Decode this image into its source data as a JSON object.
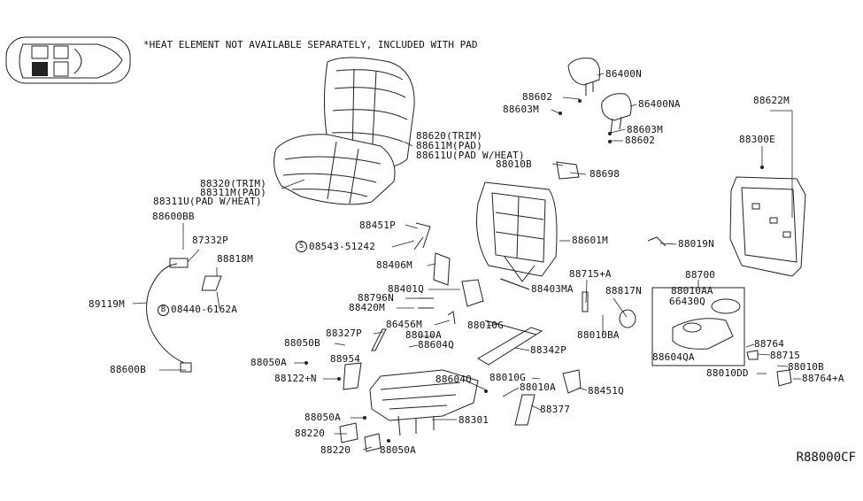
{
  "note": "*HEAT ELEMENT NOT AVAILABLE SEPARATELY,  INCLUDED WITH PAD",
  "diagram_code": "R88000CF",
  "callouts": [
    {
      "id": "86400N",
      "text": "86400N"
    },
    {
      "id": "88602a",
      "text": "88602"
    },
    {
      "id": "88603Ma",
      "text": "88603M"
    },
    {
      "id": "86400NA",
      "text": "86400NA"
    },
    {
      "id": "88603Mb",
      "text": "88603M"
    },
    {
      "id": "88602b",
      "text": "88602"
    },
    {
      "id": "88622M",
      "text": "88622M"
    },
    {
      "id": "88300E",
      "text": "88300E"
    },
    {
      "id": "88620",
      "text": "88620(TRIM)"
    },
    {
      "id": "88611M",
      "text": "88611M(PAD)"
    },
    {
      "id": "88611U",
      "text": "88611U(PAD W/HEAT)"
    },
    {
      "id": "88010B",
      "text": "88010B"
    },
    {
      "id": "88698",
      "text": "88698"
    },
    {
      "id": "88320",
      "text": "88320(TRIM)"
    },
    {
      "id": "88311M",
      "text": "88311M(PAD)"
    },
    {
      "id": "88311U",
      "text": "88311U(PAD W/HEAT)"
    },
    {
      "id": "88600BB",
      "text": "88600BB"
    },
    {
      "id": "87332P",
      "text": "87332P"
    },
    {
      "id": "88818M",
      "text": "88818M"
    },
    {
      "id": "89119M",
      "text": "89119M"
    },
    {
      "id": "08440",
      "text": "08440-6162A",
      "circled": "B"
    },
    {
      "id": "88600B",
      "text": "88600B"
    },
    {
      "id": "88451Pa",
      "text": "88451P"
    },
    {
      "id": "08543",
      "text": "08543-51242",
      "circled": "S"
    },
    {
      "id": "88406M",
      "text": "88406M"
    },
    {
      "id": "88601M",
      "text": "88601M"
    },
    {
      "id": "88019N",
      "text": "88019N"
    },
    {
      "id": "88401Q",
      "text": "88401Q"
    },
    {
      "id": "88403MA",
      "text": "88403MA"
    },
    {
      "id": "88796N",
      "text": "88796N"
    },
    {
      "id": "88420M",
      "text": "88420M"
    },
    {
      "id": "88715A",
      "text": "88715+A"
    },
    {
      "id": "88817N",
      "text": "88817N"
    },
    {
      "id": "88700",
      "text": "88700"
    },
    {
      "id": "88010AA",
      "text": "88010AA"
    },
    {
      "id": "66430Q",
      "text": "66430Q"
    },
    {
      "id": "86456M",
      "text": "86456M"
    },
    {
      "id": "88010Ga",
      "text": "88010G"
    },
    {
      "id": "88010Aa",
      "text": "88010A"
    },
    {
      "id": "88327P",
      "text": "88327P"
    },
    {
      "id": "88050B",
      "text": "88050B"
    },
    {
      "id": "88604Qa",
      "text": "88604Q"
    },
    {
      "id": "88010BA",
      "text": "88010BA"
    },
    {
      "id": "88764",
      "text": "88764"
    },
    {
      "id": "88715",
      "text": "88715"
    },
    {
      "id": "88604QA",
      "text": "88604QA"
    },
    {
      "id": "88342P",
      "text": "88342P"
    },
    {
      "id": "88050Aa",
      "text": "88050A"
    },
    {
      "id": "88954",
      "text": "88954"
    },
    {
      "id": "88010Bb",
      "text": "88010B"
    },
    {
      "id": "88010DD",
      "text": "88010DD"
    },
    {
      "id": "88764A",
      "text": "88764+A"
    },
    {
      "id": "88122N",
      "text": "88122+N"
    },
    {
      "id": "88604Qb",
      "text": "88604Q"
    },
    {
      "id": "88010Gb",
      "text": "88010G"
    },
    {
      "id": "88010Ab",
      "text": "88010A"
    },
    {
      "id": "88451Q",
      "text": "88451Q"
    },
    {
      "id": "88377",
      "text": "88377"
    },
    {
      "id": "88050Ab",
      "text": "88050A"
    },
    {
      "id": "88301",
      "text": "88301"
    },
    {
      "id": "88220a",
      "text": "88220"
    },
    {
      "id": "88220b",
      "text": "88220"
    },
    {
      "id": "88050Ac",
      "text": "88050A"
    }
  ]
}
